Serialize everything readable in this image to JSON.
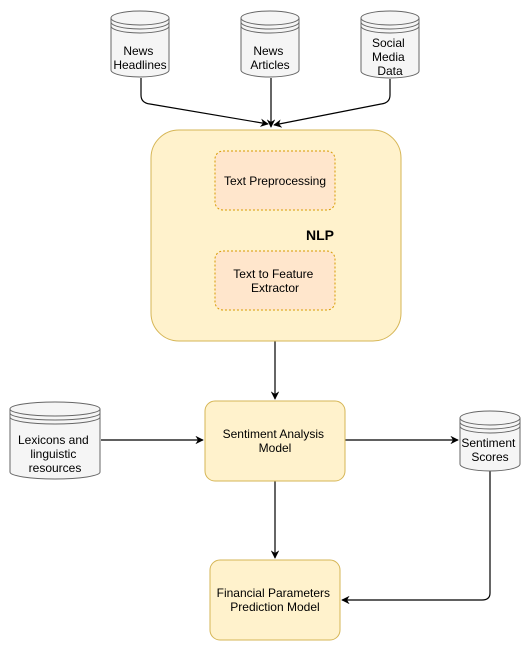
{
  "sources": {
    "news_headlines": [
      "News",
      "Headlines"
    ],
    "news_articles": [
      "News",
      "Articles"
    ],
    "social_media": [
      "Social",
      "Media",
      "Data"
    ]
  },
  "nlp": {
    "label": "NLP",
    "preprocessing": [
      "Text Preprocessing"
    ],
    "feature_extractor": [
      "Text to Feature",
      "Extractor"
    ]
  },
  "lexicons": [
    "Lexicons and",
    "linguistic",
    "resources"
  ],
  "sentiment_model": [
    "Sentiment Analysis",
    "Model"
  ],
  "sentiment_scores": [
    "Sentiment",
    "Scores"
  ],
  "prediction_model": [
    "Financial Parameters",
    "Prediction Model"
  ],
  "colors": {
    "cylinder_fill": "#f5f5f5",
    "cylinder_stroke": "#666666",
    "nlp_fill": "#fff2cc",
    "nlp_stroke": "#d6b656",
    "inner_fill": "#ffe6cc",
    "inner_stroke": "#d79b00",
    "edge": "#000000"
  }
}
